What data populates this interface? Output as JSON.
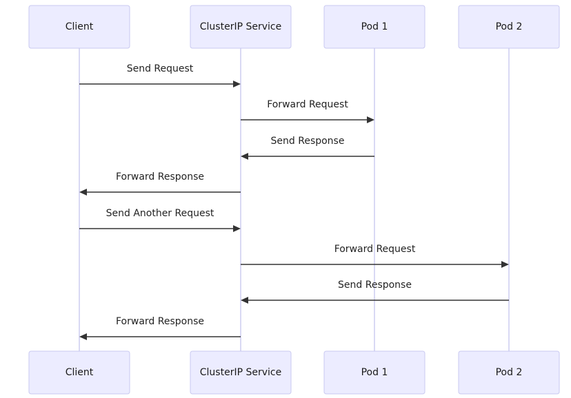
{
  "actors": [
    {
      "id": "client",
      "label": "Client"
    },
    {
      "id": "service",
      "label": "ClusterIP Service"
    },
    {
      "id": "pod1",
      "label": "Pod 1"
    },
    {
      "id": "pod2",
      "label": "Pod 2"
    }
  ],
  "messages": [
    {
      "from": "client",
      "to": "service",
      "label": "Send Request"
    },
    {
      "from": "service",
      "to": "pod1",
      "label": "Forward Request"
    },
    {
      "from": "pod1",
      "to": "service",
      "label": "Send Response"
    },
    {
      "from": "service",
      "to": "client",
      "label": "Forward Response"
    },
    {
      "from": "client",
      "to": "service",
      "label": "Send Another Request"
    },
    {
      "from": "service",
      "to": "pod2",
      "label": "Forward Request"
    },
    {
      "from": "pod2",
      "to": "service",
      "label": "Send Response"
    },
    {
      "from": "service",
      "to": "client",
      "label": "Forward Response"
    }
  ]
}
